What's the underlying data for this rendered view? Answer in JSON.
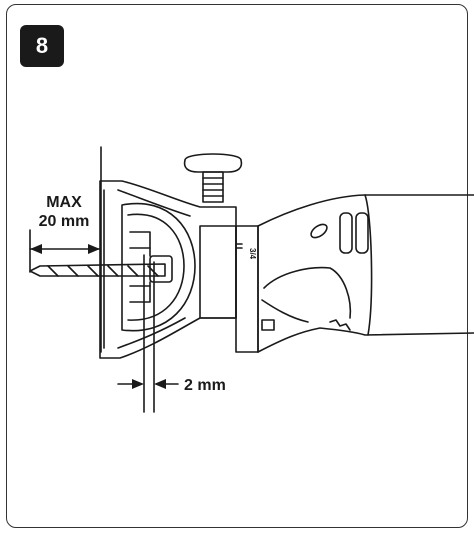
{
  "step": {
    "number": "8"
  },
  "labels": {
    "max_line1": "MAX",
    "max_line2": "20 mm",
    "gap": "2 mm",
    "scale_mark": "3/4"
  }
}
